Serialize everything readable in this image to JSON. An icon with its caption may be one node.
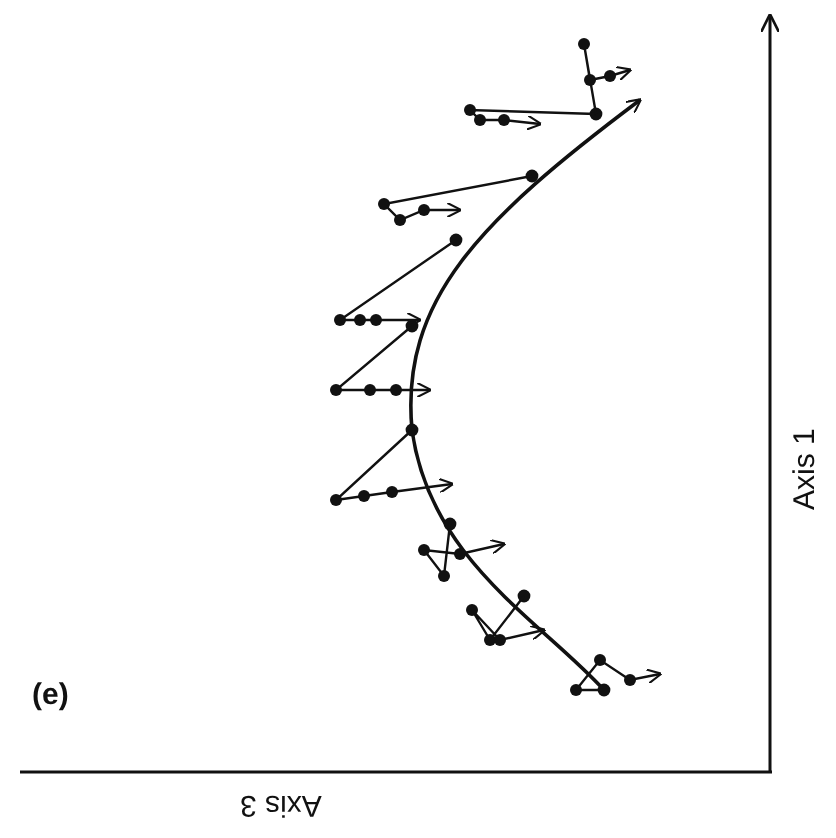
{
  "diagram": {
    "labels": [
      "(e)",
      "Axis 1",
      "Axis 3"
    ]
  }
}
